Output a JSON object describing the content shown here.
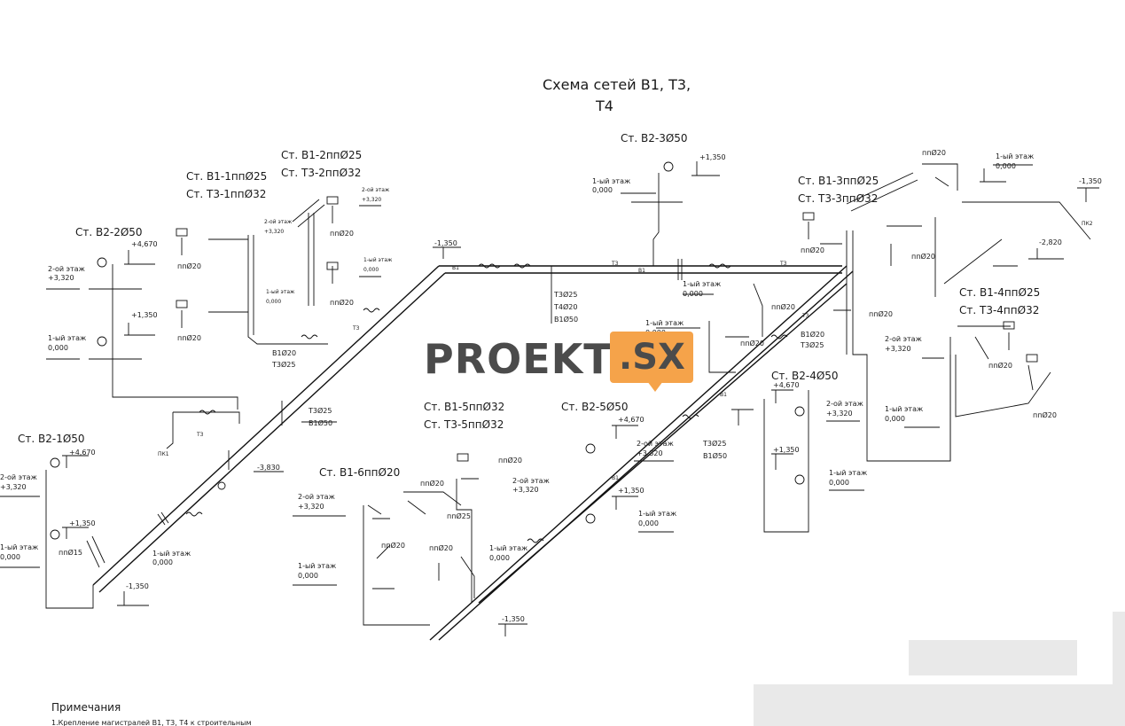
{
  "title": {
    "line1": "Схема  сетей В1, Т3,",
    "line2": "Т4"
  },
  "risers": {
    "b1_1": "Ст. В1-1ппØ25",
    "t3_1": "Ст. Т3-1ппØ32",
    "b1_2": "Ст. В1-2ппØ25",
    "t3_2": "Ст. Т3-2ппØ32",
    "b2_3": "Ст. В2-3Ø50",
    "b1_3": "Ст. В1-3ппØ25",
    "t3_3": "Ст. Т3-3ппØ32",
    "b2_2": "Ст. В2-2Ø50",
    "b1_4": "Ст. В1-4ппØ25",
    "t3_4": "Ст. Т3-4ппØ32",
    "b2_4": "Ст. В2-4Ø50",
    "b1_5": "Ст. В1-5ппØ32",
    "t3_5": "Ст. Т3-5ппØ32",
    "b2_5": "Ст. В2-5Ø50",
    "b2_1": "Ст. В2-1Ø50",
    "b1_6": "Ст. В1-6ппØ20"
  },
  "levels": {
    "p4670": "+4,670",
    "p3320": "+3,320",
    "p1350": "+1,350",
    "zero": "0,000",
    "m1350": "-1,350",
    "m2820": "-2,820",
    "m3830": "-3,830",
    "floor1": "1-ый этаж",
    "floor2": "2-ой этаж"
  },
  "pipes": {
    "pp20": "ппØ20",
    "pp25": "ппØ25",
    "pp15": "ппØ15",
    "t3_25": "Т3Ø25",
    "t4_20": "Т4Ø20",
    "b1_50": "В1Ø50",
    "b1_20": "В1Ø20",
    "t3_25b": "Т3Ø25"
  },
  "points": {
    "pk1": "ПК1",
    "pk2": "ПК2"
  },
  "tags": {
    "b1": "В1",
    "t3": "Т3",
    "t4": "Т4"
  },
  "notes": {
    "heading": "Примечания",
    "line1": "1.Крепление магистралей В1, Т3, Т4 к строительным"
  },
  "watermark": {
    "text": "PROEKT",
    "badge": ".SX",
    "badge_color": "#f5a34a"
  }
}
